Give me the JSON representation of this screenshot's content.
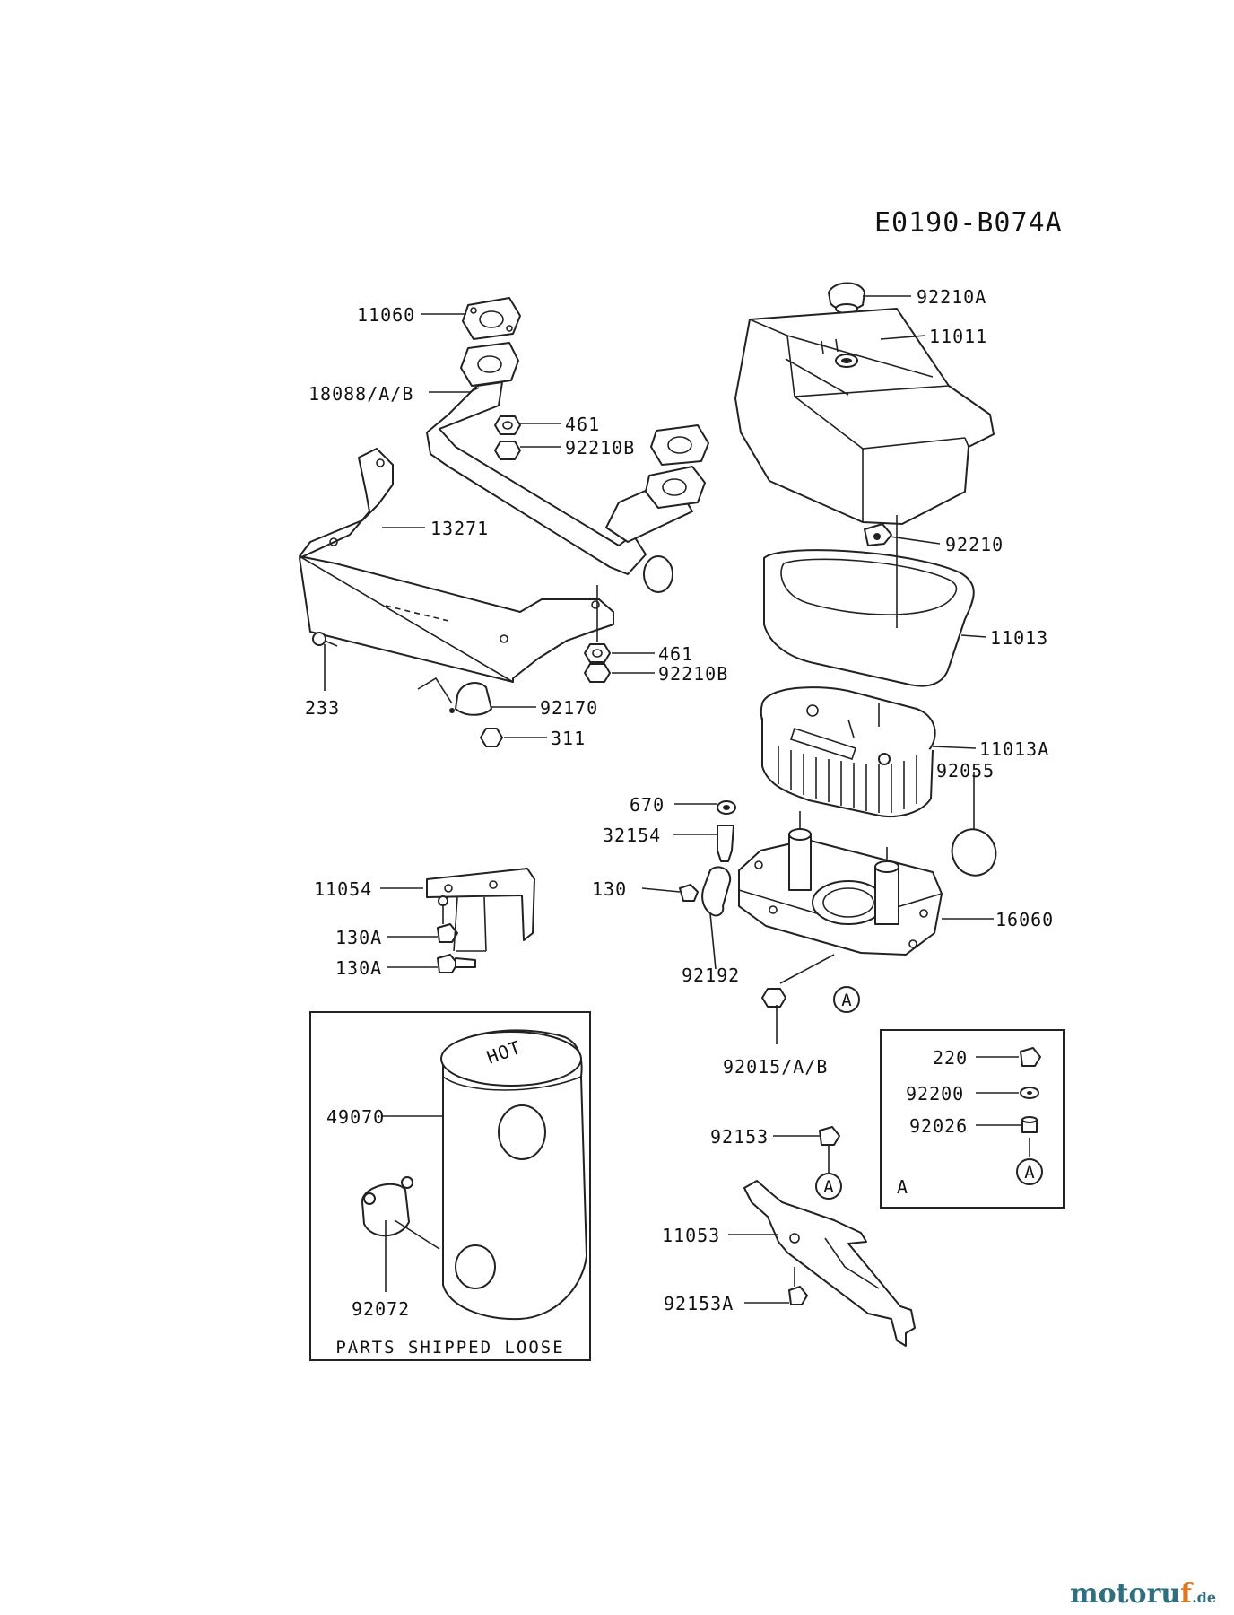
{
  "diagram_code": "E0190-B074A",
  "parts": {
    "p11060": "11060",
    "p18088": "18088/A/B",
    "p461a": "461",
    "p92210b_a": "92210B",
    "p13271": "13271",
    "p233": "233",
    "p461b": "461",
    "p92210b_b": "92210B",
    "p92170": "92170",
    "p311": "311",
    "p92210a": "92210A",
    "p11011": "11011",
    "p92210": "92210",
    "p11013": "11013",
    "p11013a": "11013A",
    "p92055": "92055",
    "p670": "670",
    "p32154": "32154",
    "p130": "130",
    "p16060": "16060",
    "p92192": "92192",
    "p92015": "92015/A/B",
    "p11054": "11054",
    "p130a_1": "130A",
    "p130a_2": "130A",
    "p49070": "49070",
    "p92072": "92072",
    "p92153": "92153",
    "p11053": "11053",
    "p92153a": "92153A",
    "p220": "220",
    "p92200": "92200",
    "p92026": "92026"
  },
  "ref_marker": "A",
  "inset_label": "A",
  "loose_parts_note": "PARTS SHIPPED LOOSE",
  "muffler_text": "HOT",
  "watermark": {
    "main": "motoru",
    "accent": "f",
    "suffix": ".de"
  }
}
